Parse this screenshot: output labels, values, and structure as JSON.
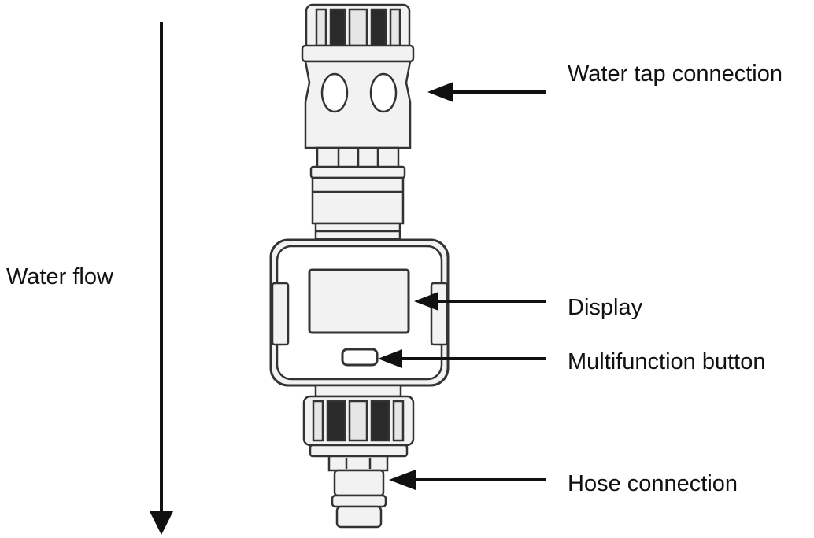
{
  "labels": {
    "water_flow": "Water flow",
    "water_tap_connection": "Water tap connection",
    "display": "Display",
    "multifunction_button": "Multifunction button",
    "hose_connection": "Hose connection"
  },
  "colors": {
    "line": "#111111",
    "device_fill": "#f2f2f2",
    "device_stroke": "#333333",
    "knurl_dark": "#2a2a2a"
  }
}
